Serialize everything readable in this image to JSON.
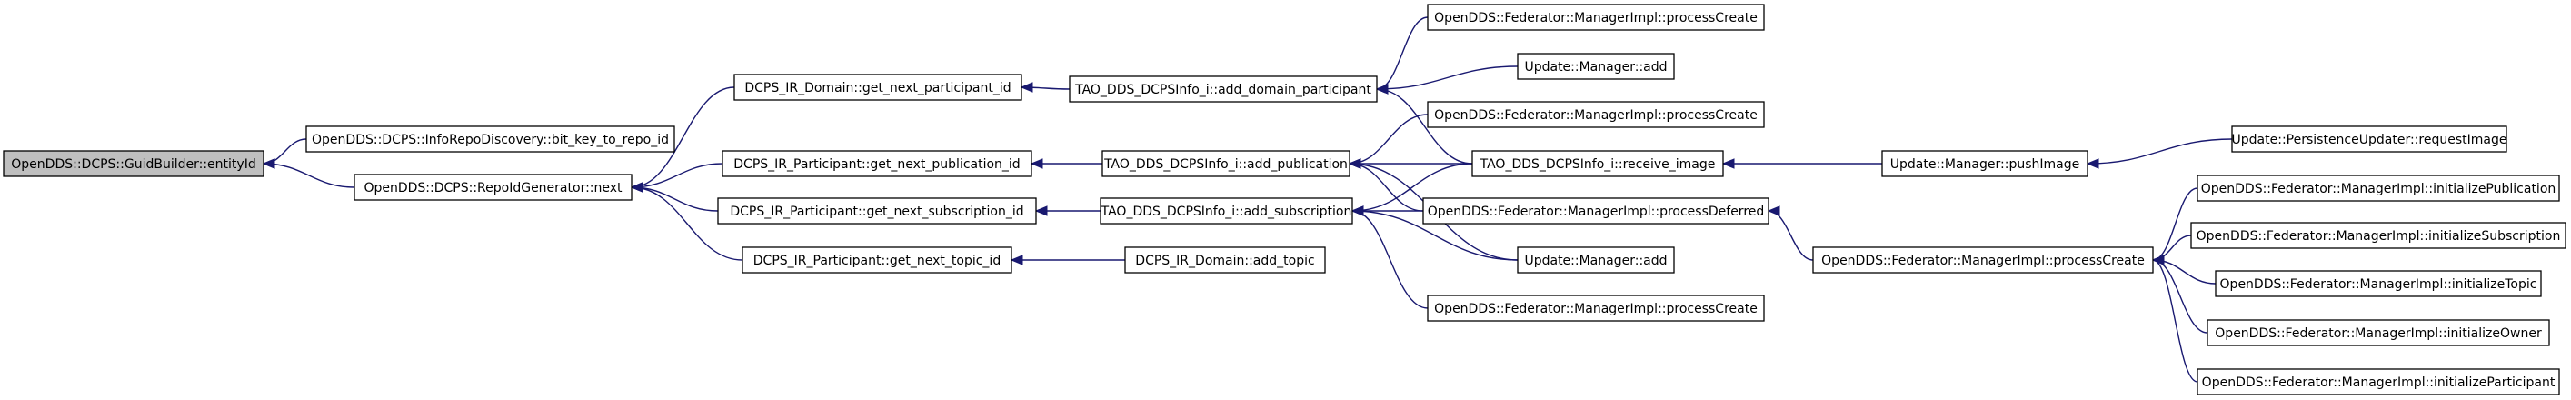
{
  "graph": {
    "nodes": {
      "guidbuilder_entityid": "OpenDDS::DCPS::GuidBuilder::entityId",
      "bit_key_to_repo_id": "OpenDDS::DCPS::InfoRepoDiscovery::bit_key_to_repo_id",
      "repoid_generator_next": "OpenDDS::DCPS::RepoIdGenerator::next",
      "domain_get_next_participant_id": "DCPS_IR_Domain::get_next_participant_id",
      "participant_get_next_publication_id": "DCPS_IR_Participant::get_next_publication_id",
      "participant_get_next_subscription_id": "DCPS_IR_Participant::get_next_subscription_id",
      "participant_get_next_topic_id": "DCPS_IR_Participant::get_next_topic_id",
      "info_add_domain_participant": "TAO_DDS_DCPSInfo_i::add_domain_participant",
      "info_add_publication": "TAO_DDS_DCPSInfo_i::add_publication",
      "info_add_subscription": "TAO_DDS_DCPSInfo_i::add_subscription",
      "domain_add_topic": "DCPS_IR_Domain::add_topic",
      "fed_process_create_1": "OpenDDS::Federator::ManagerImpl::processCreate",
      "update_manager_add_1": "Update::Manager::add",
      "fed_process_create_2": "OpenDDS::Federator::ManagerImpl::processCreate",
      "info_receive_image": "TAO_DDS_DCPSInfo_i::receive_image",
      "fed_process_deferred": "OpenDDS::Federator::ManagerImpl::processDeferred",
      "update_manager_add_2": "Update::Manager::add",
      "fed_process_create_3": "OpenDDS::Federator::ManagerImpl::processCreate",
      "update_manager_push_image": "Update::Manager::pushImage",
      "fed_process_create_main": "OpenDDS::Federator::ManagerImpl::processCreate",
      "persistence_request_image": "Update::PersistenceUpdater::requestImage",
      "fed_initialize_publication": "OpenDDS::Federator::ManagerImpl::initializePublication",
      "fed_initialize_subscription": "OpenDDS::Federator::ManagerImpl::initializeSubscription",
      "fed_initialize_topic": "OpenDDS::Federator::ManagerImpl::initializeTopic",
      "fed_initialize_owner": "OpenDDS::Federator::ManagerImpl::initializeOwner",
      "fed_initialize_participant": "OpenDDS::Federator::ManagerImpl::initializeParticipant"
    },
    "edges": [
      [
        "bit_key_to_repo_id",
        "guidbuilder_entityid"
      ],
      [
        "repoid_generator_next",
        "guidbuilder_entityid"
      ],
      [
        "domain_get_next_participant_id",
        "repoid_generator_next"
      ],
      [
        "participant_get_next_publication_id",
        "repoid_generator_next"
      ],
      [
        "participant_get_next_subscription_id",
        "repoid_generator_next"
      ],
      [
        "participant_get_next_topic_id",
        "repoid_generator_next"
      ],
      [
        "info_add_domain_participant",
        "domain_get_next_participant_id"
      ],
      [
        "info_add_publication",
        "participant_get_next_publication_id"
      ],
      [
        "info_add_subscription",
        "participant_get_next_subscription_id"
      ],
      [
        "domain_add_topic",
        "participant_get_next_topic_id"
      ],
      [
        "fed_process_create_1",
        "info_add_domain_participant"
      ],
      [
        "update_manager_add_1",
        "info_add_domain_participant"
      ],
      [
        "info_receive_image",
        "info_add_domain_participant"
      ],
      [
        "fed_process_create_2",
        "info_add_publication"
      ],
      [
        "info_receive_image",
        "info_add_publication"
      ],
      [
        "fed_process_deferred",
        "info_add_publication"
      ],
      [
        "update_manager_add_2",
        "info_add_publication"
      ],
      [
        "info_receive_image",
        "info_add_subscription"
      ],
      [
        "fed_process_deferred",
        "info_add_subscription"
      ],
      [
        "update_manager_add_2",
        "info_add_subscription"
      ],
      [
        "fed_process_create_3",
        "info_add_subscription"
      ],
      [
        "update_manager_push_image",
        "info_receive_image"
      ],
      [
        "fed_process_create_main",
        "fed_process_deferred"
      ],
      [
        "persistence_request_image",
        "update_manager_push_image"
      ],
      [
        "fed_initialize_publication",
        "fed_process_create_main"
      ],
      [
        "fed_initialize_subscription",
        "fed_process_create_main"
      ],
      [
        "fed_initialize_topic",
        "fed_process_create_main"
      ],
      [
        "fed_initialize_owner",
        "fed_process_create_main"
      ],
      [
        "fed_initialize_participant",
        "fed_process_create_main"
      ]
    ]
  }
}
